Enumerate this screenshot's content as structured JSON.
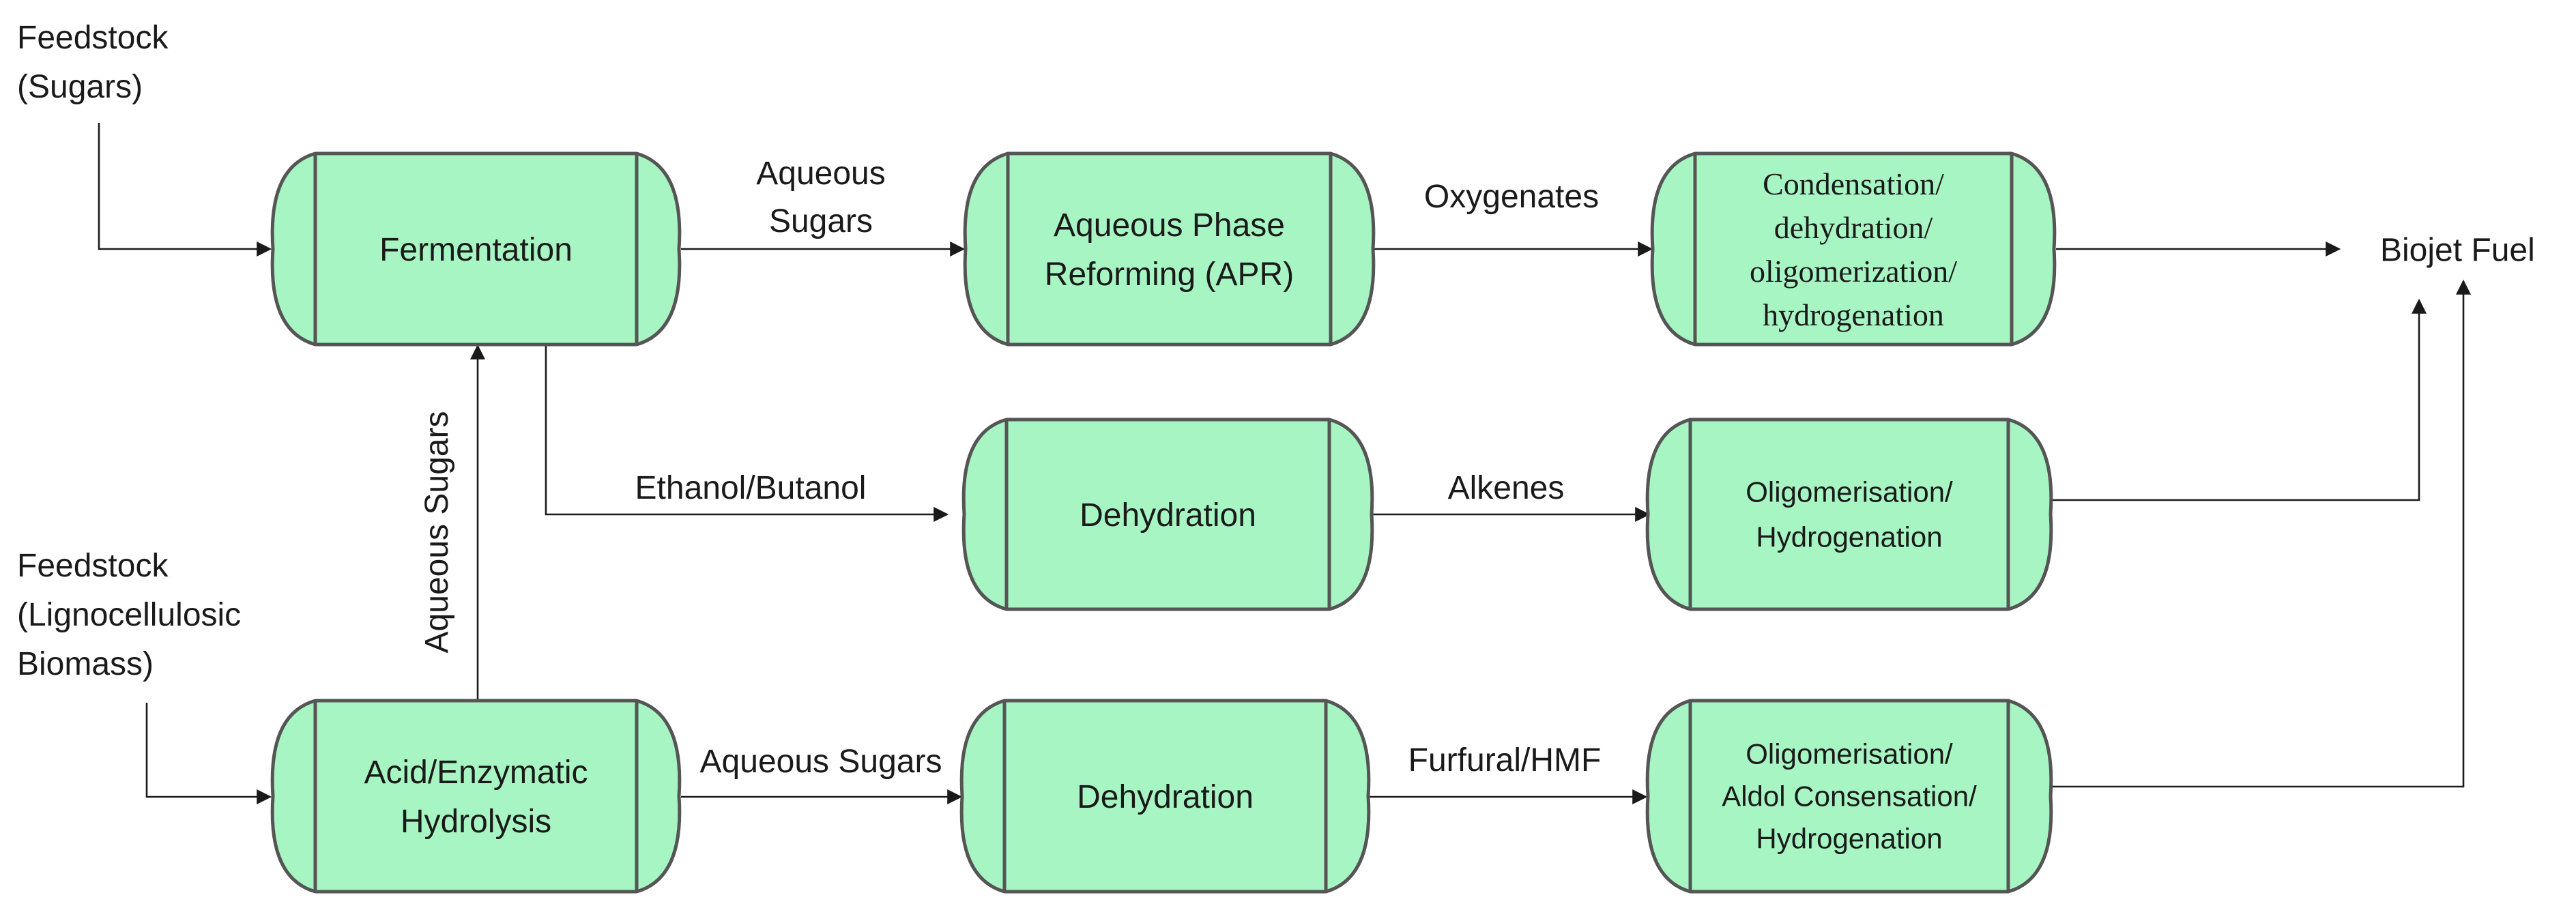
{
  "inputs": {
    "feedstock_sugars": [
      "Feedstock",
      "(Sugars)"
    ],
    "feedstock_lignocellulosic": [
      "Feedstock",
      "(Lignocellulosic",
      "Biomass)"
    ]
  },
  "processes": {
    "fermentation": [
      "Fermentation"
    ],
    "aqueous_phase_reforming": [
      "Aqueous Phase",
      "Reforming (APR)"
    ],
    "condensation": [
      "Condensation/",
      "dehydration/",
      "oligomerization/",
      "hydrogenation"
    ],
    "dehydration_mid": [
      "Dehydration"
    ],
    "oligomerisation_mid": [
      "Oligomerisation/",
      "Hydrogenation"
    ],
    "hydrolysis": [
      "Acid/Enzymatic",
      "Hydrolysis"
    ],
    "dehydration_bottom": [
      "Dehydration"
    ],
    "oligomerisation_bottom": [
      "Oligomerisation/",
      "Aldol Consensation/",
      "Hydrogenation"
    ]
  },
  "flows": {
    "aqueous_sugars_top": [
      "Aqueous",
      "Sugars"
    ],
    "oxygenates": [
      "Oxygenates"
    ],
    "ethanol_butanol": [
      "Ethanol/Butanol"
    ],
    "alkenes": [
      "Alkenes"
    ],
    "aqueous_sugars_vertical": [
      "Aqueous Sugars"
    ],
    "aqueous_sugars_bottom": [
      "Aqueous Sugars"
    ],
    "furfural_hmf": [
      "Furfural/HMF"
    ]
  },
  "output": {
    "biojet_fuel": [
      "Biojet Fuel"
    ]
  },
  "colors": {
    "vessel_fill": "#a8f5c4",
    "vessel_stroke": "#555555",
    "line": "#1a1a1a"
  }
}
